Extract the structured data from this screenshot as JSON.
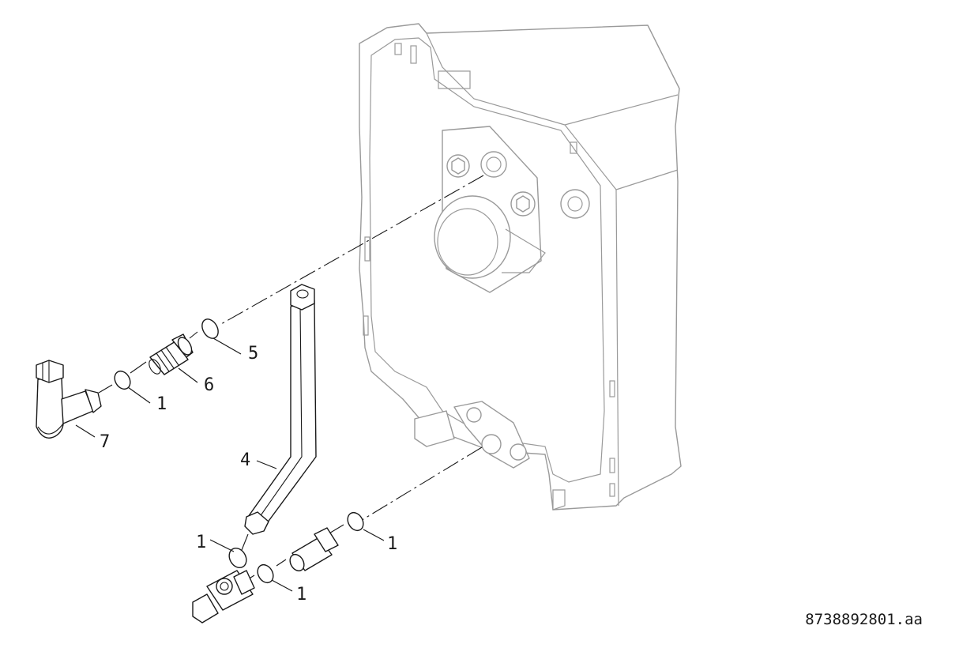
{
  "diagram": {
    "callouts": {
      "seal_front": "1",
      "seal_upper_left": "1",
      "seal_lower_left": "1",
      "seal_lower_front": "1",
      "pipe": "4",
      "seal_large": "5",
      "nipple": "6",
      "elbow": "7"
    },
    "document_number": "8738892801.aa",
    "colors": {
      "line": "#1a1a1a",
      "housing": "#9a9a9a",
      "background": "#ffffff"
    }
  }
}
